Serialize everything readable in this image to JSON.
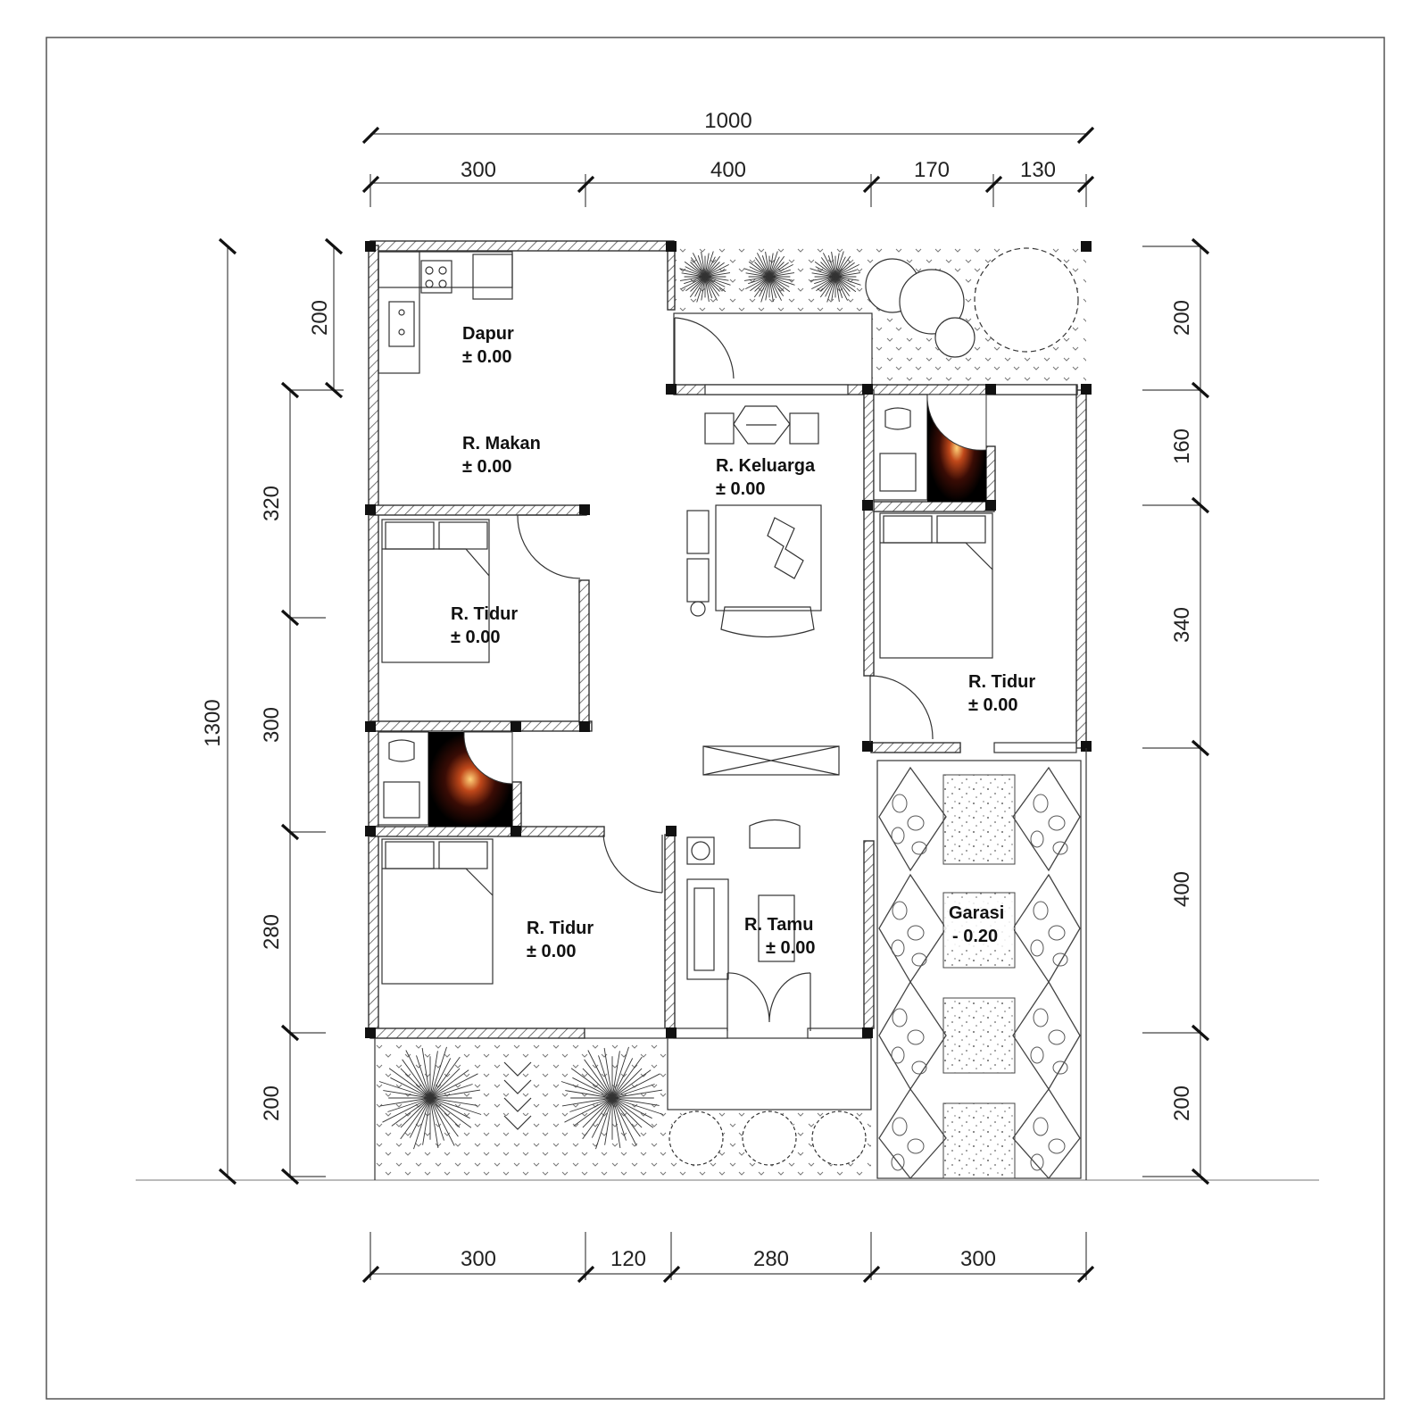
{
  "dimensions": {
    "top_total": "1000",
    "top": [
      "300",
      "400",
      "170",
      "130"
    ],
    "bottom": [
      "300",
      "120",
      "280",
      "300"
    ],
    "left_total": "1300",
    "left": [
      "200",
      "320",
      "300",
      "280",
      "200"
    ],
    "right": [
      "200",
      "160",
      "340",
      "400",
      "200"
    ]
  },
  "rooms": {
    "dapur": {
      "name": "Dapur",
      "level": "± 0.00"
    },
    "makan": {
      "name": "R. Makan",
      "level": "± 0.00"
    },
    "keluarga": {
      "name": "R. Keluarga",
      "level": "± 0.00"
    },
    "tidur_1": {
      "name": "R. Tidur",
      "level": "± 0.00"
    },
    "tidur_2": {
      "name": "R. Tidur",
      "level": "± 0.00"
    },
    "tidur_3": {
      "name": "R. Tidur",
      "level": "± 0.00"
    },
    "tamu": {
      "name": "R. Tamu",
      "level": "± 0.00"
    },
    "garasi": {
      "name": "Garasi",
      "level": "- 0.20"
    }
  }
}
